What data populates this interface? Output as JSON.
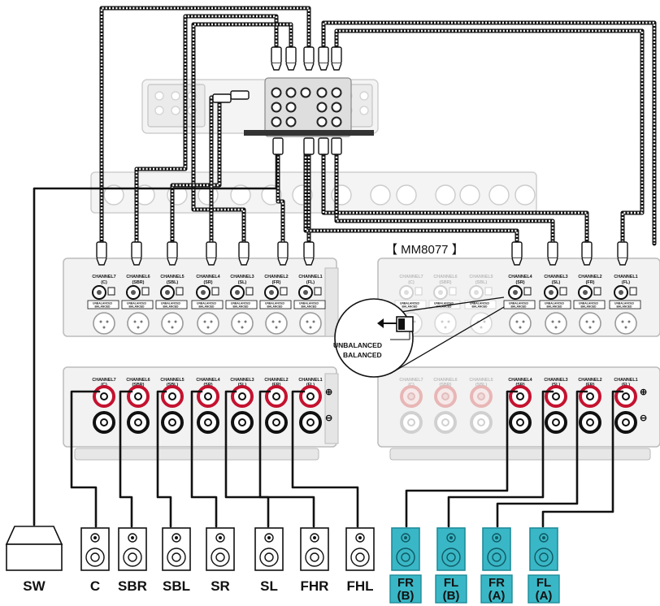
{
  "model_label": "【 MM8077 】",
  "left_channels": [
    {
      "name": "CHANNEL7",
      "sub": "(C)"
    },
    {
      "name": "CHANNEL6",
      "sub": "(SBR)"
    },
    {
      "name": "CHANNEL5",
      "sub": "(SBL)"
    },
    {
      "name": "CHANNEL4",
      "sub": "(SR)"
    },
    {
      "name": "CHANNEL3",
      "sub": "(SL)"
    },
    {
      "name": "CHANNEL2",
      "sub": "(FR)"
    },
    {
      "name": "CHANNEL1",
      "sub": "(FL)"
    }
  ],
  "right_channels": [
    {
      "name": "CHANNEL4",
      "sub": "(SR)"
    },
    {
      "name": "CHANNEL3",
      "sub": "(SL)"
    },
    {
      "name": "CHANNEL2",
      "sub": "(FR)"
    },
    {
      "name": "CHANNEL1",
      "sub": "(FL)"
    }
  ],
  "right_faint_channels": [
    {
      "name": "CHANNEL7",
      "sub": "(C)"
    },
    {
      "name": "CHANNEL6",
      "sub": "(SBR)"
    },
    {
      "name": "CHANNEL5",
      "sub": "(SBL)"
    }
  ],
  "switch_label": "UNBALANCED\nBALANCED",
  "callout": {
    "line1": "UNBALANCED",
    "line2": "BALANCED"
  },
  "polarity": {
    "plus": "⊕",
    "minus": "⊖"
  },
  "speakers_plain": [
    "SW",
    "C",
    "SBR",
    "SBL",
    "SR",
    "SL",
    "FHR",
    "FHL"
  ],
  "speakers_highlight": [
    {
      "top": "FR",
      "bottom": "(B)"
    },
    {
      "top": "FL",
      "bottom": "(B)"
    },
    {
      "top": "FR",
      "bottom": "(A)"
    },
    {
      "top": "FL",
      "bottom": "(A)"
    }
  ],
  "colors": {
    "highlight_fill": "#3ab7c6",
    "highlight_border": "#1e8b99",
    "red_terminal": "#c4122f",
    "cable": "#111111"
  }
}
